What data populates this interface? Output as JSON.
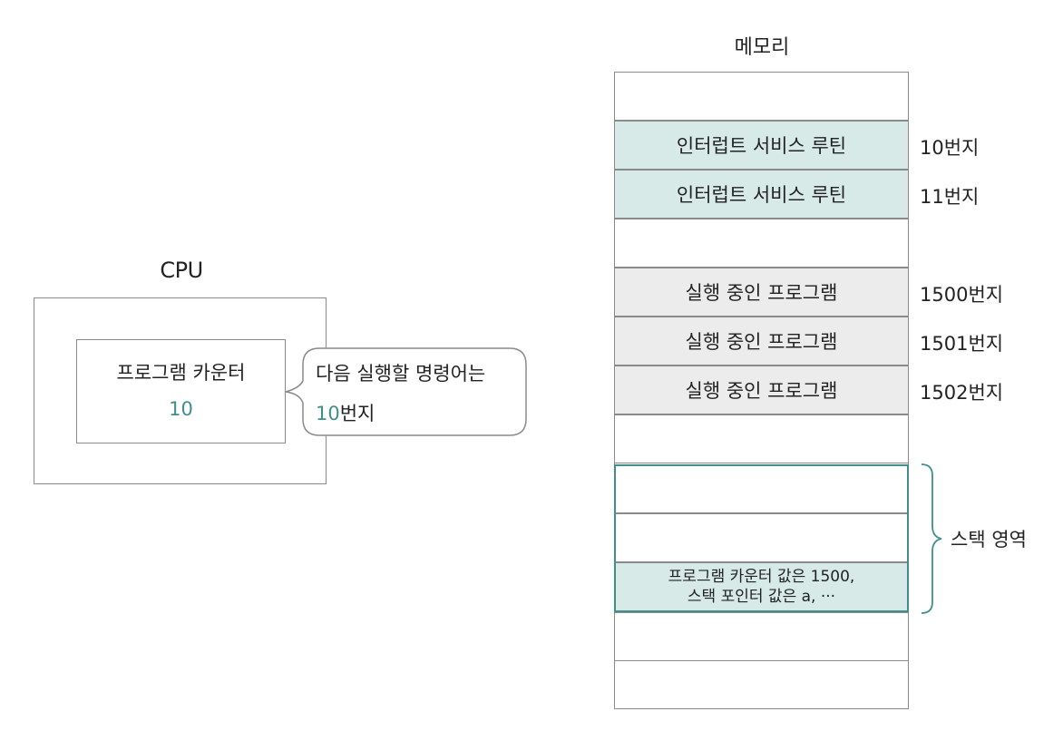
{
  "cpu": {
    "title": "CPU",
    "register_label": "프로그램 카운터",
    "register_value": "10",
    "callout_line1": "다음 실행할 명령어는",
    "callout_value": "10",
    "callout_suffix": "번지"
  },
  "memory": {
    "title": "메모리",
    "cells": [
      {
        "text": "",
        "address": ""
      },
      {
        "text": "인터럽트 서비스 루틴",
        "address": "10번지"
      },
      {
        "text": "인터럽트 서비스 루틴",
        "address": "11번지"
      },
      {
        "text": "",
        "address": ""
      },
      {
        "text": "실행 중인 프로그램",
        "address": "1500번지"
      },
      {
        "text": "실행 중인 프로그램",
        "address": "1501번지"
      },
      {
        "text": "실행 중인 프로그램",
        "address": "1502번지"
      },
      {
        "text": "",
        "address": ""
      },
      {
        "text": "",
        "address": ""
      },
      {
        "text": "",
        "address": ""
      },
      {
        "text_line1": "프로그램 카운터 값은 1500,",
        "text_line2": "스택 포인터 값은 a, ···",
        "address": ""
      },
      {
        "text": "",
        "address": ""
      },
      {
        "text": "",
        "address": ""
      }
    ],
    "stack_region_label": "스택 영역"
  },
  "colors": {
    "teal_accent": "#3f8f8a",
    "isr_fill": "#d7eae8",
    "program_fill": "#ececec",
    "border": "#8a8a8a"
  }
}
